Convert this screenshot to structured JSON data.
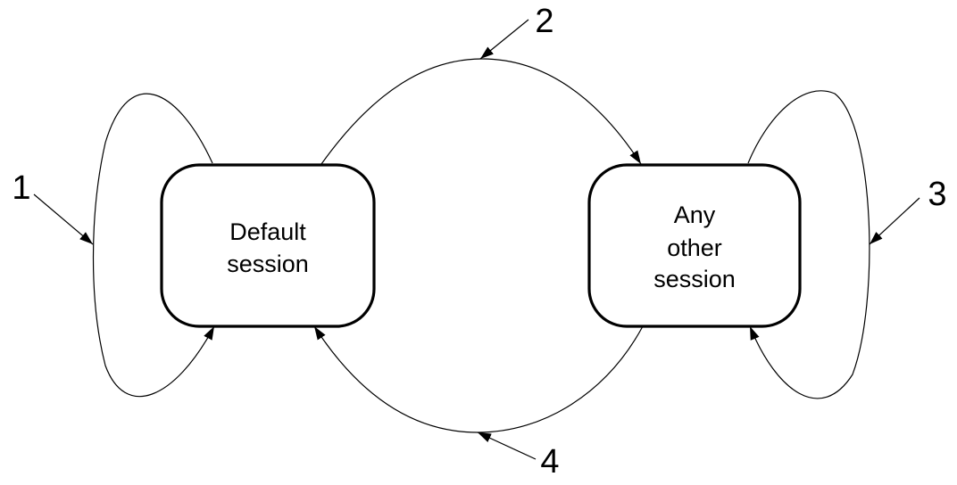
{
  "diagram": {
    "nodes": {
      "default_session": {
        "lines": [
          "Default",
          "session"
        ]
      },
      "other_session": {
        "lines": [
          "Any",
          "other",
          "session"
        ]
      }
    },
    "callouts": {
      "loop_default": "1",
      "default_to_other": "2",
      "loop_other": "3",
      "other_to_default": "4"
    },
    "colors": {
      "stroke": "#000000",
      "background": "#ffffff"
    }
  }
}
